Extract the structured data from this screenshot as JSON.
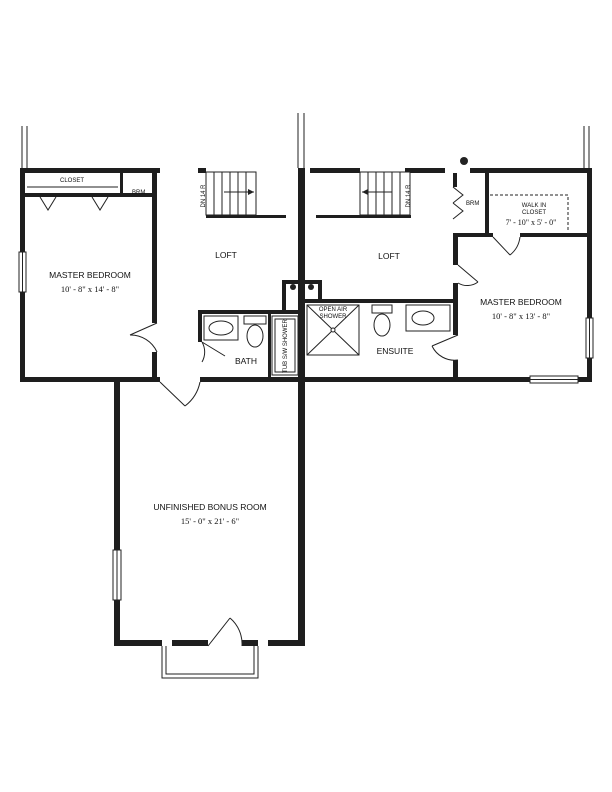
{
  "rooms": {
    "left_master": {
      "name": "MASTER BEDROOM",
      "dims": "10' - 8\" x 14' - 8\""
    },
    "right_master": {
      "name": "MASTER BEDROOM",
      "dims": "10' - 8\" x 13' - 8\""
    },
    "bonus": {
      "name": "UNFINISHED BONUS ROOM",
      "dims": "15' - 0\" x 21' - 6\""
    },
    "walk_in_closet": {
      "name_line1": "WALK IN",
      "name_line2": "CLOSET",
      "dims": "7' - 10\" x 5' - 0\""
    },
    "left_loft": "LOFT",
    "right_loft": "LOFT",
    "bath": "BATH",
    "ensuite": "ENSUITE",
    "closet": "CLOSET",
    "left_brm": "BRM",
    "right_brm": "BRM",
    "tub_shower": "TUB S/W SHOWER",
    "open_air_shower_line1": "OPEN AIR",
    "open_air_shower_line2": "SHOWER",
    "left_stair": "DN 14 R",
    "right_stair": "DN 14 R"
  }
}
